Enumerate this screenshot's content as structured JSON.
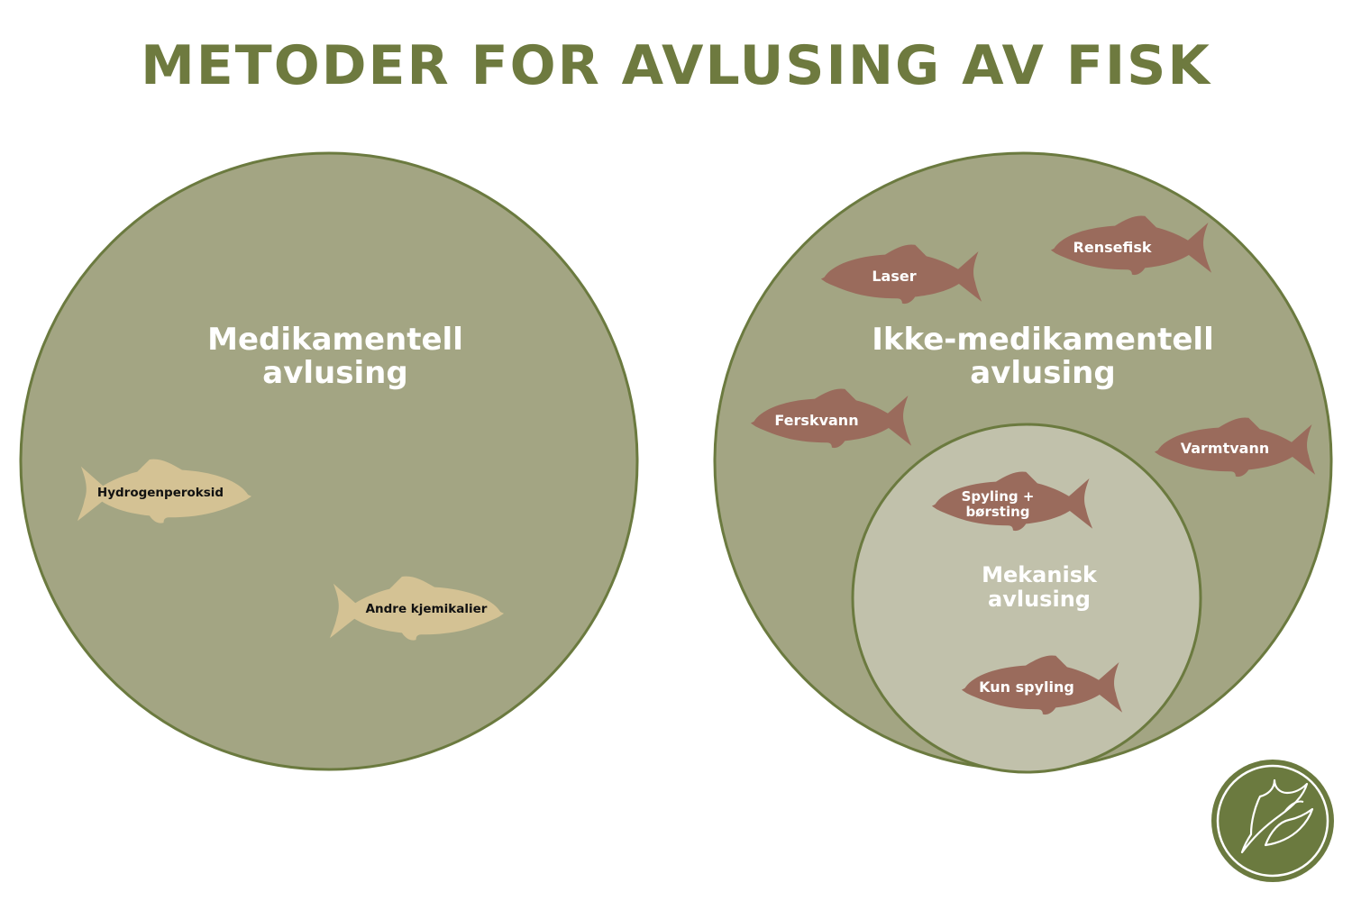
{
  "title": "METODER FOR AVLUSING AV FISK",
  "colors": {
    "title": "#6e7a3f",
    "circle_fill": "#a3a583",
    "circle_stroke": "#6b7a3f",
    "inner_circle_fill": "#c1c1ab",
    "fish_chemical": "#d4c294",
    "fish_non_chemical": "#9a6b5c",
    "logo": "#6b7a3f"
  },
  "groups": {
    "medikamentell": {
      "label_line1": "Medikamentell",
      "label_line2": "avlusing",
      "fish_color": "chemical",
      "methods": [
        {
          "label": "Hydrogenperoksid",
          "label_color": "#111111"
        },
        {
          "label": "Andre kjemikalier",
          "label_color": "#111111"
        }
      ]
    },
    "ikke_medikamentell": {
      "label_line1": "Ikke-medikamentell",
      "label_line2": "avlusing",
      "fish_color": "non_chemical",
      "methods": [
        {
          "label": "Laser",
          "label_color": "#ffffff"
        },
        {
          "label": "Rensefisk",
          "label_color": "#ffffff"
        },
        {
          "label": "Ferskvann",
          "label_color": "#ffffff"
        },
        {
          "label": "Varmtvann",
          "label_color": "#ffffff"
        }
      ]
    },
    "mekanisk": {
      "label_line1": "Mekanisk",
      "label_line2": "avlusing",
      "fish_color": "non_chemical",
      "methods": [
        {
          "label_line1": "Spyling +",
          "label_line2": "børsting",
          "label_color": "#ffffff"
        },
        {
          "label": "Kun spyling",
          "label_color": "#ffffff"
        }
      ]
    }
  },
  "logo": {
    "icon": "leaf-fish-emblem-icon"
  }
}
